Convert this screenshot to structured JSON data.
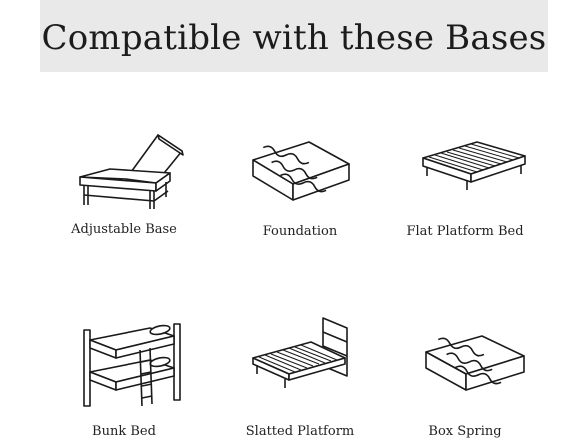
{
  "header": {
    "title": "Compatible with these Bases"
  },
  "bases": [
    {
      "label": "Adjustable Base",
      "icon": "adjustable-base-icon"
    },
    {
      "label": "Foundation",
      "icon": "foundation-icon"
    },
    {
      "label": "Flat Platform Bed",
      "icon": "flat-platform-bed-icon"
    },
    {
      "label": "Bunk Bed",
      "icon": "bunk-bed-icon"
    },
    {
      "label": "Slatted Platform",
      "icon": "slatted-platform-icon"
    },
    {
      "label": "Box Spring",
      "icon": "box-spring-icon"
    }
  ]
}
